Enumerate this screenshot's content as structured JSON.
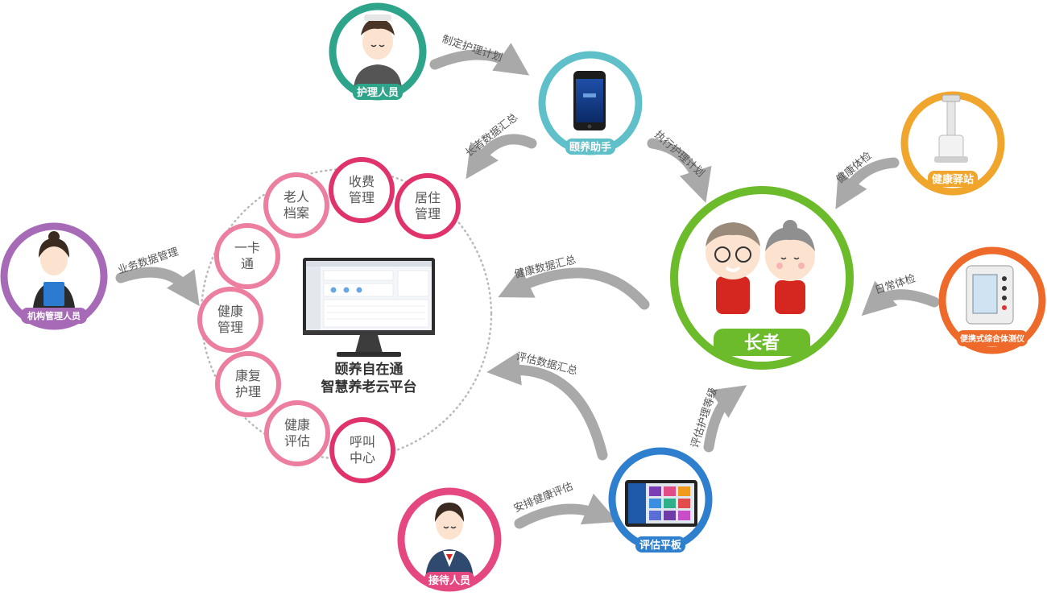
{
  "platform": {
    "line1": "颐养自在通",
    "line2": "智慧养老云平台"
  },
  "modules": [
    {
      "line1": "收费",
      "line2": "管理"
    },
    {
      "line1": "居住",
      "line2": "管理"
    },
    {
      "line1": "老人",
      "line2": "档案"
    },
    {
      "line1": "一卡",
      "line2": "通"
    },
    {
      "line1": "健康",
      "line2": "管理"
    },
    {
      "line1": "康复",
      "line2": "护理"
    },
    {
      "line1": "健康",
      "line2": "评估"
    },
    {
      "line1": "呼叫",
      "line2": "中心"
    }
  ],
  "nodes": {
    "nurse": "护理人员",
    "assistant": "颐养助手",
    "station": "健康驿站",
    "elder": "长者",
    "monitor": "便携式综合体测仪",
    "admin": "机构管理人员",
    "tablet": "评估平板",
    "reception": "接待人员"
  },
  "flows": {
    "make_plan": "制定护理计划",
    "elder_summary": "长者数据汇总",
    "exec_plan": "执行护理计划",
    "health_check": "健康体检",
    "daily_check": "日常体检",
    "health_summary": "健康数据汇总",
    "business_mgmt": "业务数据管理",
    "assess_summary": "评估数据汇总",
    "assess_grade": "评估护理等级",
    "arrange_assess": "安排健康评估"
  },
  "colors": {
    "module_ring": "#e0336c",
    "module_ring_light": "#ec7ea0",
    "module_text": "#555555",
    "nurse": "#2ea58a",
    "assistant": "#5fc0c9",
    "station": "#f0a52c",
    "elder": "#6bbb2b",
    "monitor": "#ee6a2a",
    "admin": "#a66ab7",
    "tablet": "#2f7fcf",
    "reception": "#e54880",
    "arrow": "#a9a9a9",
    "flow_text": "#555555",
    "platform_text": "#333333"
  }
}
